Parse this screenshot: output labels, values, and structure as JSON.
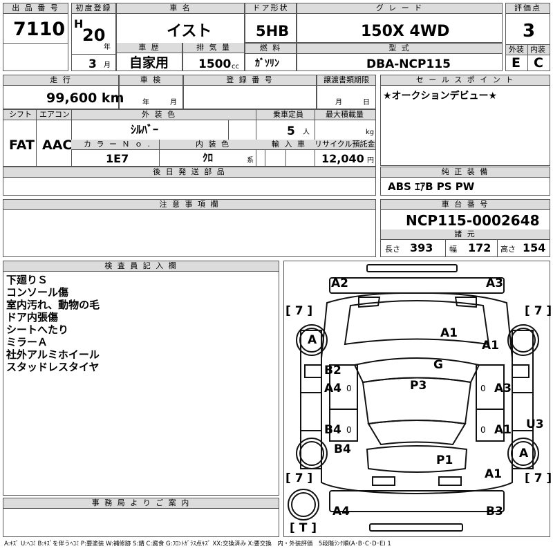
{
  "header": {
    "lot_label": "出 品 番 号",
    "lot_no": "7110",
    "first_reg_label": "初度登録",
    "era": "H",
    "year": "20",
    "year_unit": "年",
    "month": "3",
    "month_unit": "月",
    "car_name_label": "車 名",
    "car_name": "イスト",
    "door_label": "ドア形状",
    "door": "5HB",
    "grade_label": "グ レ ー ド",
    "grade": "150X 4WD",
    "score_label": "評価点",
    "score": "3",
    "history_label": "車 歴",
    "history": "自家用",
    "displacement_label": "排 気 量",
    "displacement": "1500",
    "displacement_unit": "cc",
    "fuel_label": "燃 料",
    "fuel": "ｶﾞｿﾘﾝ",
    "model_label": "型 式",
    "model": "DBA-NCP115",
    "ext_label": "外装",
    "ext": "E",
    "int_label": "内装",
    "int": "C"
  },
  "row2": {
    "mileage_label": "走 行",
    "mileage": "99,600 km",
    "inspection_label": "車 検",
    "year_unit": "年",
    "month_unit": "月",
    "reg_no_label": "登 録 番 号",
    "transfer_label": "譲渡書類期限",
    "transfer_month": "月",
    "transfer_day": "日",
    "sales_label": "セ ー ル ス ポ イ ン ト",
    "sales_text": "★オークションデビュー★"
  },
  "row3": {
    "shift_label": "シフト",
    "shift": "FAT",
    "ac_label": "エアコン",
    "ac": "AAC",
    "color_label": "外 装 色",
    "color": "ｼﾙﾊﾞｰ",
    "capacity_label": "乗車定員",
    "capacity": "5",
    "capacity_unit": "人",
    "maxload_label": "最大積載量",
    "maxload_unit": "kg",
    "colorno_label": "カ ラ ー Ｎ ｏ .",
    "colorno": "1E7",
    "interior_label": "内 装 色",
    "interior": "ｸﾛ",
    "interior_unit": "系",
    "import_label": "輸 入 車",
    "recycle_label": "リサイクル預託金",
    "recycle": "12,040",
    "recycle_unit": "円"
  },
  "parts_label": "後 日 発 送 部 品",
  "equipment": {
    "label": "純 正 装 備",
    "text": "ABS ｴｱB PS PW"
  },
  "notes_label": "注 意 事 項 欄",
  "chassis": {
    "label": "車 台 番 号",
    "value": "NCP115-0002648",
    "dims_label": "諸 元",
    "length_label": "長さ",
    "length": "393",
    "width_label": "幅",
    "width": "172",
    "height_label": "高さ",
    "height": "154"
  },
  "inspector": {
    "label": "検 査 員 記 入 欄",
    "lines": [
      "下廻りＳ",
      "コンソール傷",
      "室内汚れ、動物の毛",
      "ドア内張傷",
      "シートへたり",
      "ミラーＡ",
      "社外アルミホイール",
      "スタッドレスタイヤ"
    ]
  },
  "office_label": "事 務 局 よ り ご 案 内",
  "legend": "A:ｷｽﾞ U:ﾍｺﾐ B:ｷｽﾞを伴うﾍｺﾐ P:要塗装 W:補修跡 S:錆 C:腐食 G:ﾌﾛﾝﾄｶﾞﾗｽ点ｷｽﾞ XX:交換済み X:要交換　内・外装評価　5段階ﾗﾝｸ順(A･B･C･D･E) 1",
  "diagram": {
    "bracket_7": "[ 7 ]",
    "bracket_T": "[ T ]",
    "marks": {
      "a2": "A2",
      "a3_top": "A3",
      "a1_hood": "A1",
      "a1_fender_r": "A1",
      "g": "G",
      "a_tire_fl": "A",
      "b2": "B2",
      "a4_door_l": "A4",
      "p3": "P3",
      "a3_door_r": "A3",
      "b4": "B4",
      "a1_door_rr": "A1",
      "u3": "U3",
      "b4_rear": "B4",
      "a_tire_rr": "A",
      "p1": "P1",
      "a1_rear": "A1",
      "a4_bottom": "A4",
      "b3": "B3",
      "zero": "0"
    }
  }
}
